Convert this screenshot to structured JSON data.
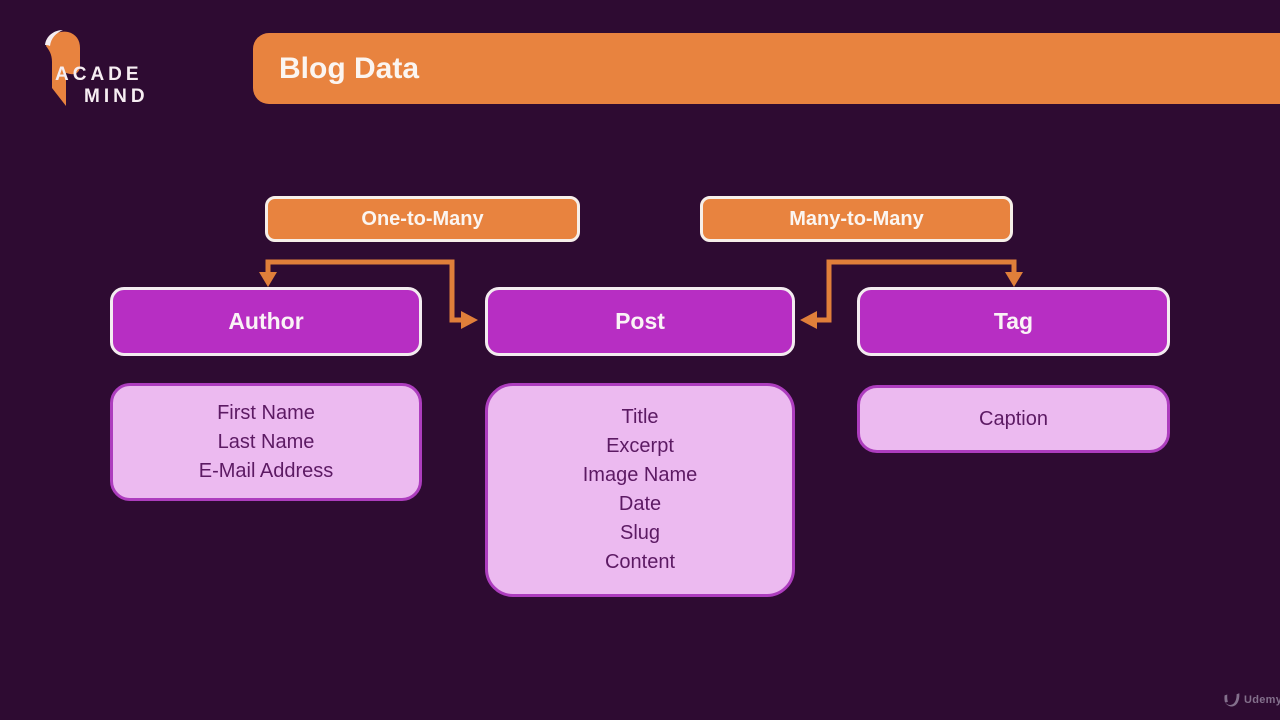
{
  "brand": {
    "line1": "ACADE",
    "line2": "MIND"
  },
  "header": {
    "title": "Blog Data"
  },
  "relationships": [
    {
      "label": "One-to-Many"
    },
    {
      "label": "Many-to-Many"
    }
  ],
  "entities": [
    {
      "name": "Author",
      "attributes": [
        "First Name",
        "Last Name",
        "E-Mail Address"
      ]
    },
    {
      "name": "Post",
      "attributes": [
        "Title",
        "Excerpt",
        "Image Name",
        "Date",
        "Slug",
        "Content"
      ]
    },
    {
      "name": "Tag",
      "attributes": [
        "Caption"
      ]
    }
  ],
  "watermark": {
    "label": "Udemy"
  },
  "colors": {
    "background": "#2e0b32",
    "accent_orange": "#e8833f",
    "entity_magenta": "#b72ec3",
    "attribute_pink": "#ecbaf0",
    "attribute_border": "#ad3dbe",
    "attribute_text": "#5c1a63",
    "arrow_orange": "#e07f3a",
    "text_white": "#fbf5f1"
  }
}
